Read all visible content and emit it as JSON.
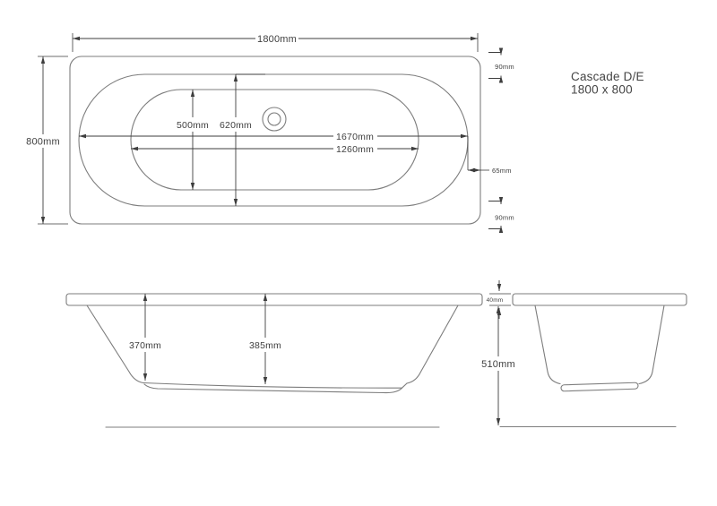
{
  "drawing": {
    "title_line1": "Cascade D/E",
    "title_line2": "1800 x 800"
  },
  "plan_view": {
    "length_overall": "1800mm",
    "width_overall": "800mm",
    "length_inner_rim": "1670mm",
    "length_inner_base": "1260mm",
    "width_inner_base": "500mm",
    "width_inner_rim": "620mm",
    "edge_top": "90mm",
    "edge_end": "65mm",
    "edge_bottom": "90mm"
  },
  "front_elevation": {
    "depth_end": "370mm",
    "depth_centre": "385mm"
  },
  "end_elevation": {
    "rim_thickness": "40mm",
    "height_overall": "510mm"
  },
  "colors": {
    "outline": "#7d7d7d",
    "dimension": "#3d3d3d",
    "text": "#404040",
    "background": "#ffffff"
  }
}
